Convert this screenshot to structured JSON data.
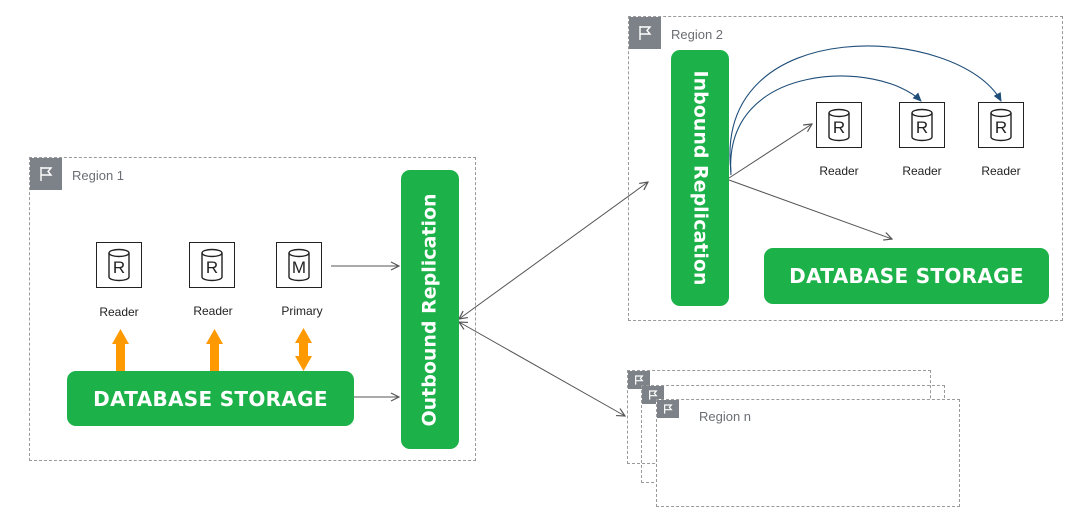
{
  "region1": {
    "label": "Region 1",
    "instances": [
      {
        "letter": "R",
        "label": "Reader"
      },
      {
        "letter": "R",
        "label": "Reader"
      },
      {
        "letter": "M",
        "label": "Primary"
      }
    ],
    "storage_label": "DATABASE STORAGE",
    "replication_label": "Outbound Replication"
  },
  "region2": {
    "label": "Region 2",
    "replication_label": "Inbound Replication",
    "instances": [
      {
        "letter": "R",
        "label": "Reader"
      },
      {
        "letter": "R",
        "label": "Reader"
      },
      {
        "letter": "R",
        "label": "Reader"
      }
    ],
    "storage_label": "DATABASE STORAGE"
  },
  "region_n": {
    "label": "Region n"
  },
  "colors": {
    "green": "#1db249",
    "orange": "#ff9900",
    "flag_gray": "#7d8288",
    "dark_blue_arrow": "#1f4e79"
  },
  "icons": [
    "flag-icon",
    "database-icon",
    "double-arrow-icon"
  ]
}
